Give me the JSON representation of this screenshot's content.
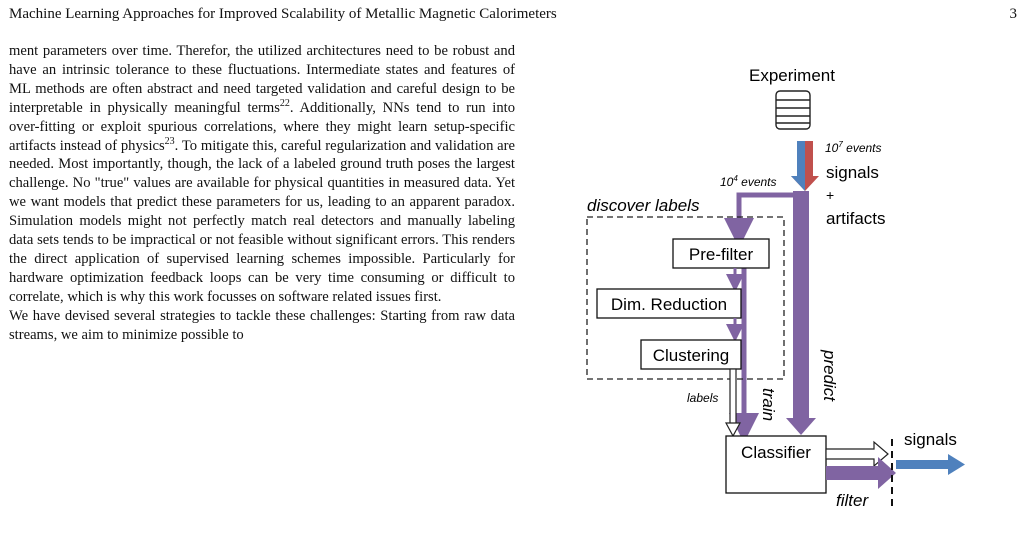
{
  "header": {
    "title": "Machine Learning Approaches for Improved Scalability of Metallic Magnetic Calorimeters",
    "page_number": "3"
  },
  "body": {
    "para1_a": "ment parameters over time. Therefor, the utilized architectures need to be robust and have an intrinsic tolerance to these fluctuations. Intermediate states and features of ML methods are often abstract and need targeted validation and careful design to be interpretable in physically meaningful terms",
    "ref_22": "22",
    "para1_b": ". Additionally, NNs tend to run into over-fitting or exploit spurious correlations, where they might learn setup-specific artifacts instead of physics",
    "ref_23": "23",
    "para1_c": ". To mitigate this, careful regularization and validation are needed. Most importantly, though, the lack of a labeled ground truth poses the largest challenge. No \"true\" values are available for physical quantities in measured data. Yet we want models that predict these parameters for us, leading to an apparent paradox. Simulation models might not perfectly match real detectors and manually labeling data sets tends to be impractical or not feasible without significant errors. This renders the direct application of supervised learning schemes impossible. Particularly for hardware optimization feedback loops can be very time consuming or difficult to correlate, which is why this work focusses on software related issues first.",
    "para2": "We have devised several strategies to tackle these challenges: Starting from raw data streams, we aim to minimize possible to"
  },
  "figure": {
    "experiment": "Experiment",
    "events_1e7_base": "10",
    "events_1e7_exp": "7",
    "events_1e7_suffix": " events",
    "events_1e4_base": "10",
    "events_1e4_exp": "4",
    "events_1e4_suffix": " events",
    "signals_label": "signals",
    "plus": "+",
    "artifacts": "artifacts",
    "discover_labels": "discover labels",
    "prefilter": "Pre-filter",
    "dim_reduction": "Dim. Reduction",
    "clustering": "Clustering",
    "labels": "labels",
    "train": "train",
    "predict": "predict",
    "classifier": "Classifier",
    "signals_out": "signals",
    "filter": "filter",
    "colors": {
      "signal_blue": "#4f81bd",
      "artifact_red": "#c0504d",
      "purple": "#8064a2"
    }
  }
}
